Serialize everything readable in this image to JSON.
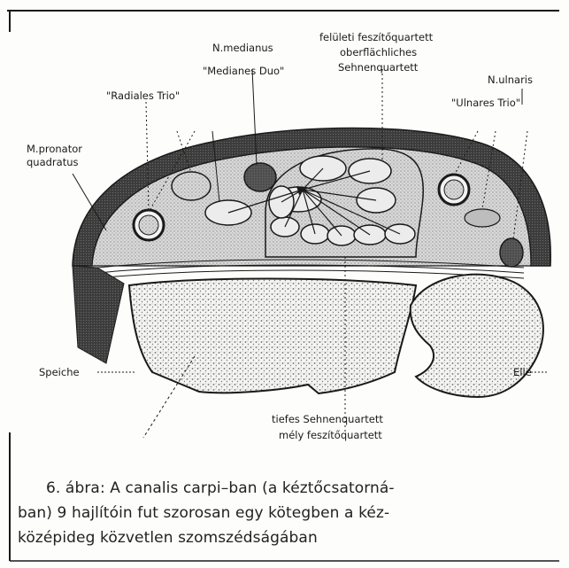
{
  "labels": {
    "n_medianus": "N.medianus",
    "medianes_duo": "\"Medianes Duo\"",
    "feluleti_1": "felületi feszítőquartett",
    "feluleti_2": "oberflächliches",
    "feluleti_3": "Sehnenquartett",
    "n_ulnaris": "N.ulnaris",
    "radiales_trio": "\"Radiales Trio\"",
    "ulnares_trio": "\"Ulnares Trio\"",
    "pronator_1": "M.pronator",
    "pronator_2": "quadratus",
    "speiche": "Speiche",
    "elle": "Elle",
    "tiefes_1": "tiefes Sehnenquartett",
    "tiefes_2": "mély feszítőquartett"
  },
  "caption": {
    "line1": "6. ábra: A canalis carpi–ban (a kéztőcsatorná-",
    "line2": "ban) 9 hajlítóin fut szorosan egy kötegben a kéz-",
    "line3": "középideg közvetlen szomszédságában"
  },
  "colors": {
    "ink": "#1a1a1a",
    "background": "#fdfdfb",
    "muscle_dark": "#3a3a3a",
    "tendon_light": "#e8e8e8"
  }
}
